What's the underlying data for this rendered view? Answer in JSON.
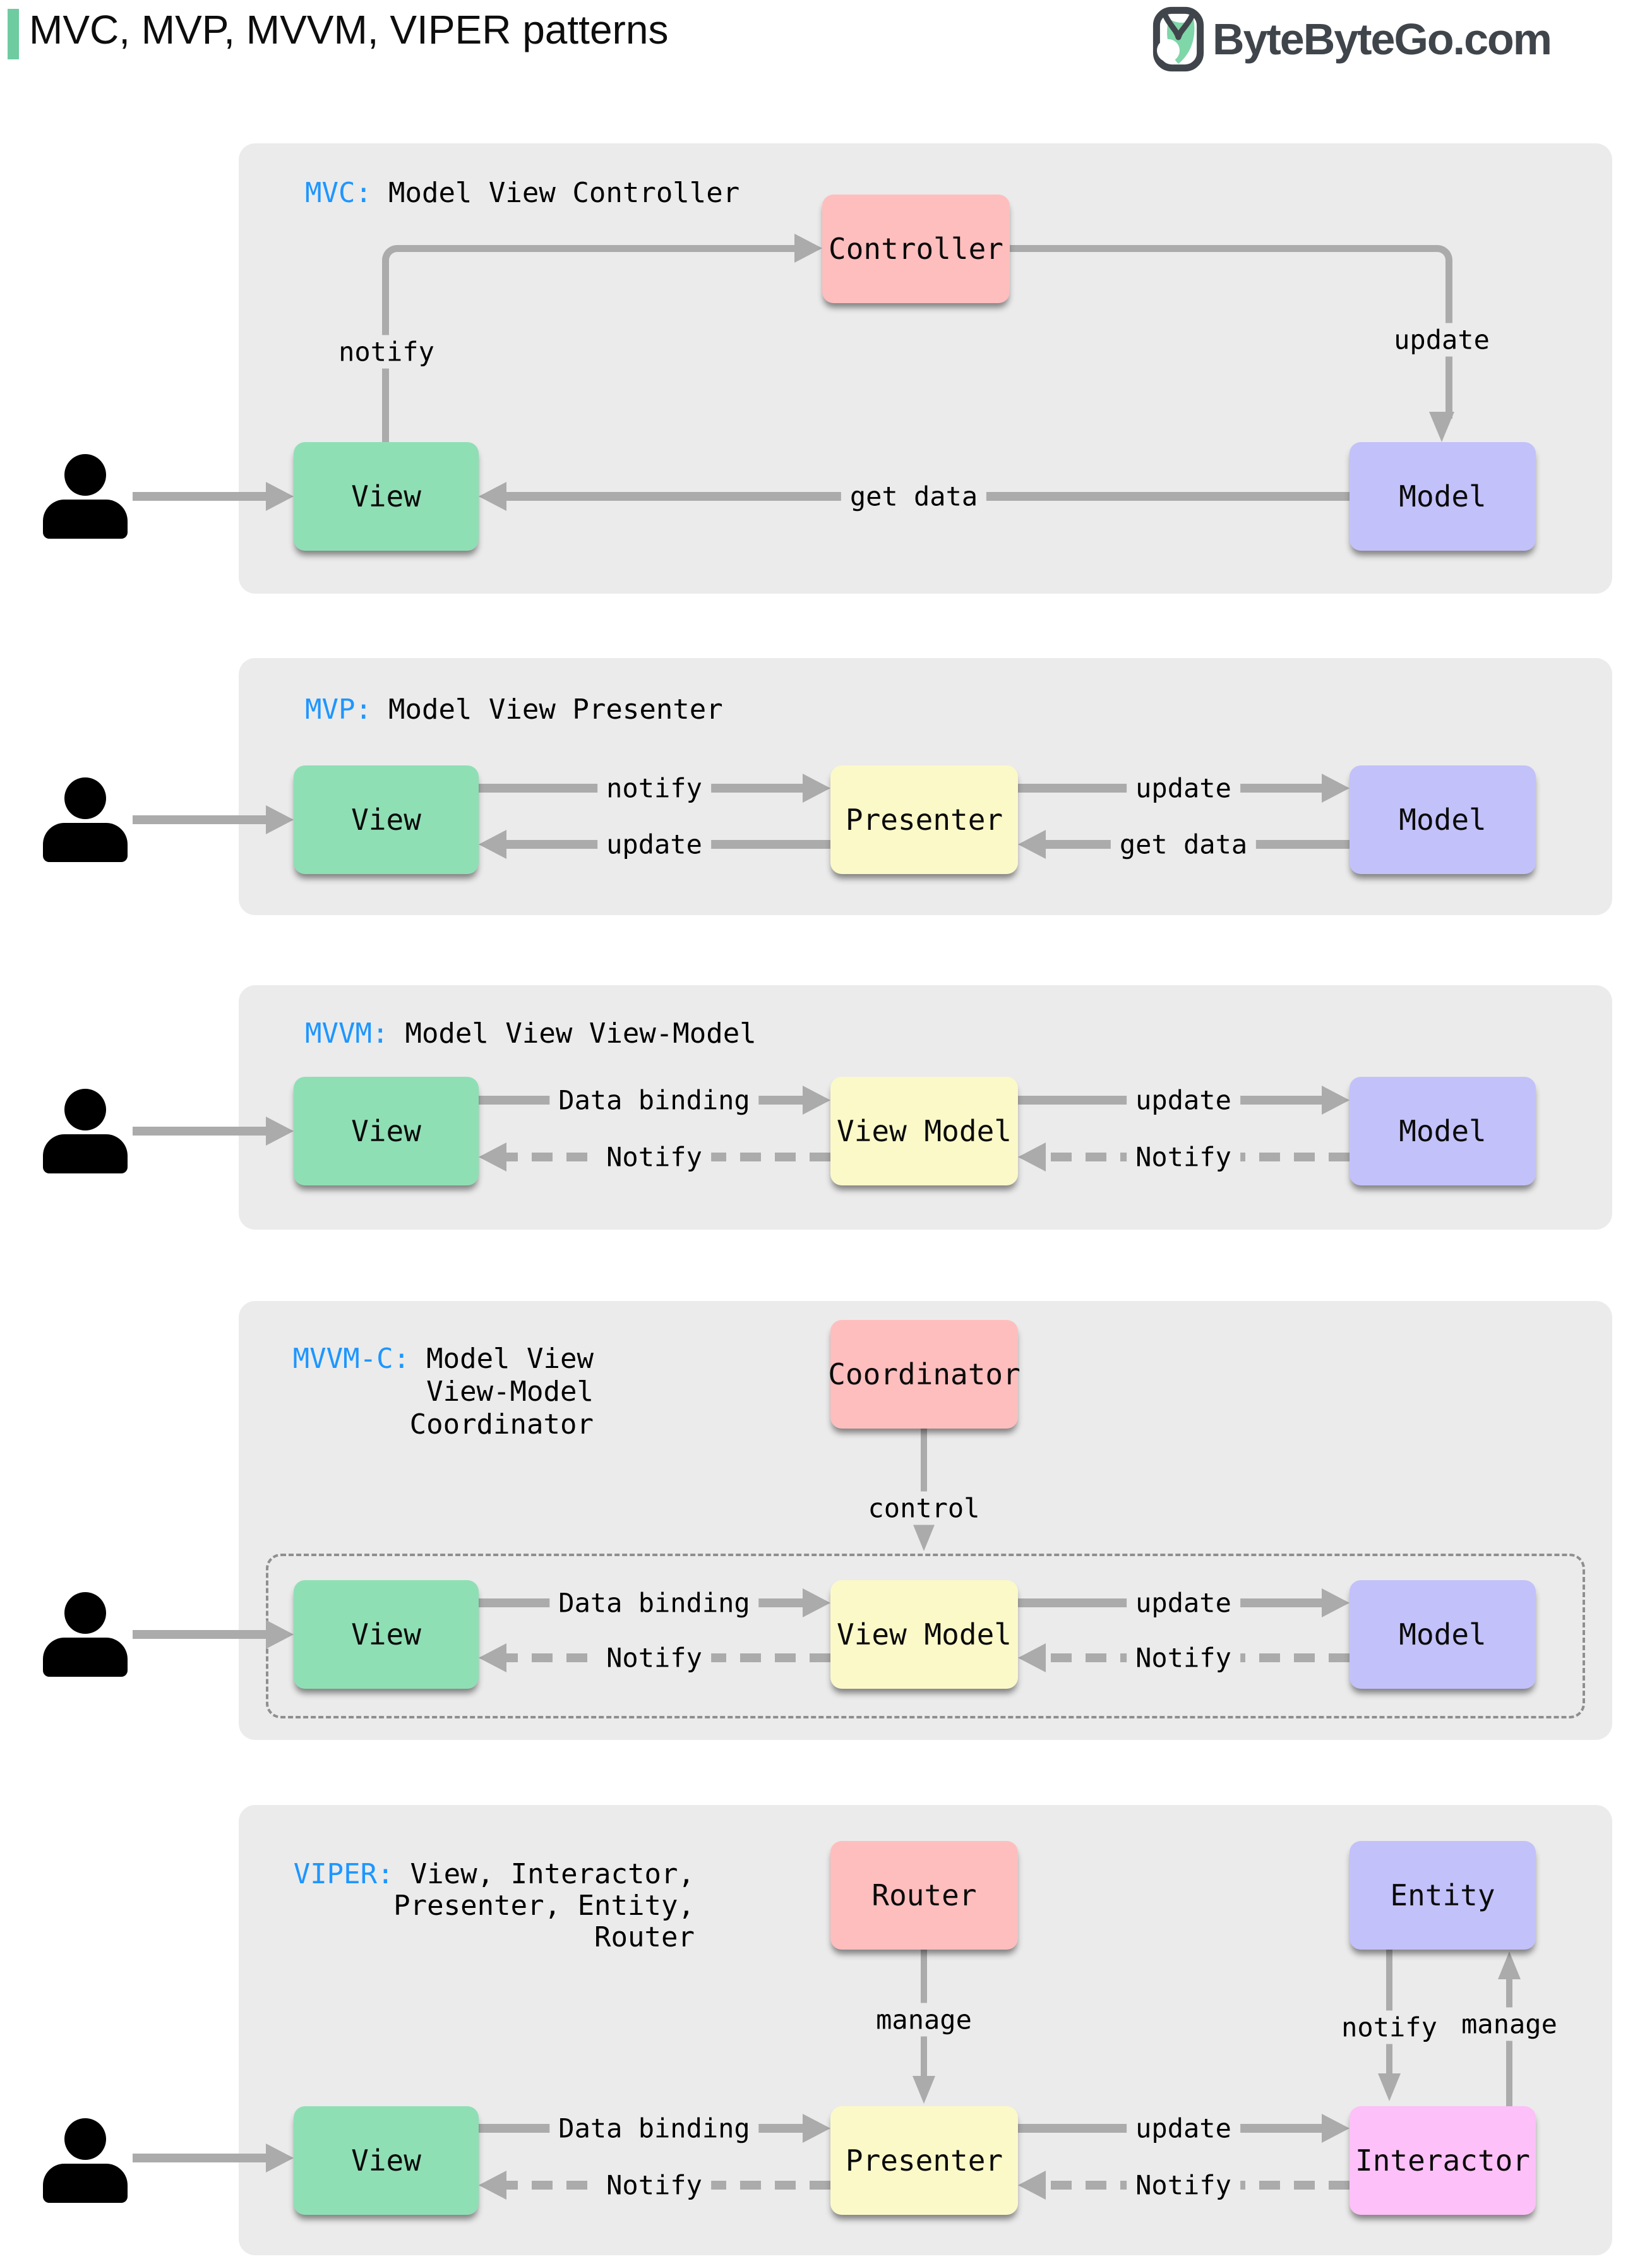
{
  "header": {
    "title": "MVC, MVP, MVVM, VIPER patterns",
    "brand": "ByteByteGo.com"
  },
  "colors": {
    "accent_green": "#6FCBA0",
    "panel_gray": "#EBEBEB",
    "arrow_gray": "#ABABAB",
    "keyword_blue": "#1E96FF",
    "box_green": "#8FDFB5",
    "box_pink": "#FFBEBE",
    "box_purple": "#C3C1FA",
    "box_yellow": "#FBF9C8",
    "box_magenta": "#FDC0F8"
  },
  "icons": {
    "user": "person-silhouette",
    "brand": "bytebytego-logo"
  },
  "sections": {
    "mvc": {
      "keyword": "MVC:",
      "title": "Model View Controller",
      "boxes": {
        "controller": "Controller",
        "view": "View",
        "model": "Model"
      },
      "arrows": {
        "notify": "notify",
        "update": "update",
        "get_data": "get data"
      }
    },
    "mvp": {
      "keyword": "MVP:",
      "title": "Model View Presenter",
      "boxes": {
        "view": "View",
        "presenter": "Presenter",
        "model": "Model"
      },
      "arrows": {
        "notify": "notify",
        "update_view": "update",
        "update_model": "update",
        "get_data": "get data"
      }
    },
    "mvvm": {
      "keyword": "MVVM:",
      "title": "Model View View-Model",
      "boxes": {
        "view": "View",
        "view_model": "View Model",
        "model": "Model"
      },
      "arrows": {
        "data_binding": "Data binding",
        "notify_view": "Notify",
        "update": "update",
        "notify_view_model": "Notify"
      }
    },
    "mvvmc": {
      "keyword": "MVVM-C:",
      "title_line1": "Model View",
      "title_line2": "View-Model",
      "title_line3": "Coordinator",
      "boxes": {
        "coordinator": "Coordinator",
        "view": "View",
        "view_model": "View Model",
        "model": "Model"
      },
      "arrows": {
        "control": "control",
        "data_binding": "Data binding",
        "notify_view": "Notify",
        "update": "update",
        "notify_view_model": "Notify"
      }
    },
    "viper": {
      "keyword": "VIPER:",
      "title_line1": "View, Interactor,",
      "title_line2": "Presenter, Entity,",
      "title_line3": "Router",
      "boxes": {
        "router": "Router",
        "entity": "Entity",
        "view": "View",
        "presenter": "Presenter",
        "interactor": "Interactor"
      },
      "arrows": {
        "manage_router": "manage",
        "notify_entity": "notify",
        "manage_interactor": "manage",
        "data_binding": "Data binding",
        "notify_view": "Notify",
        "update": "update",
        "notify_presenter": "Notify"
      }
    }
  }
}
